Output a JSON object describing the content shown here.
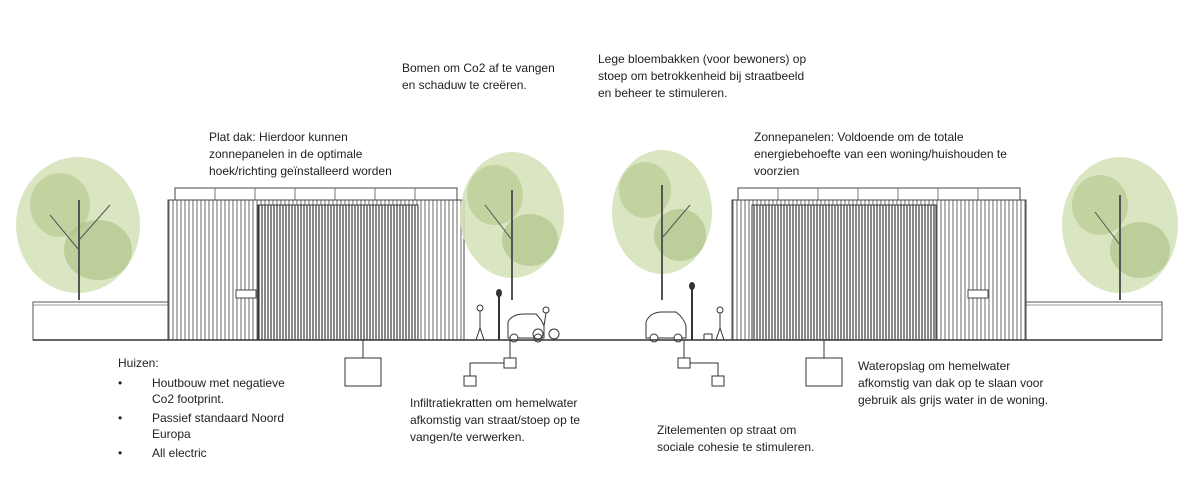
{
  "annotations": {
    "bomen": "Bomen om Co2 af te vangen\nen schaduw te creëren.",
    "bloembakken": "Lege bloembakken (voor bewoners) op\nstoep om betrokkenheid bij straatbeeld\nen beheer te stimuleren.",
    "plat_dak": "Plat dak: Hierdoor kunnen\nzonnepanelen in de optimale\nhoek/richting geïnstalleerd worden",
    "zonnepanelen": "Zonnepanelen: Voldoende om de totale\nenergiebehoefte van een woning/huishouden te\nvoorzien",
    "infiltratie": "Infiltratiekratten om hemelwater\nafkomstig van straat/stoep op te\nvangen/te verwerken.",
    "zitelementen": "Zitelementen op straat om\nsociale cohesie te stimuleren.",
    "wateropslag": "Wateropslag om hemelwater\nafkomstig van dak op te slaan voor\ngebruik als grijs water in de woning."
  },
  "huizen": {
    "heading": "Huizen:",
    "items": [
      "Houtbouw met negatieve\nCo2 footprint.",
      "Passief standaard Noord\nEuropa",
      "All electric"
    ]
  },
  "colors": {
    "foliage": "#c9d8a8",
    "foliage_dark": "#9fb57a",
    "line": "#333333",
    "cladding": "#555555"
  }
}
